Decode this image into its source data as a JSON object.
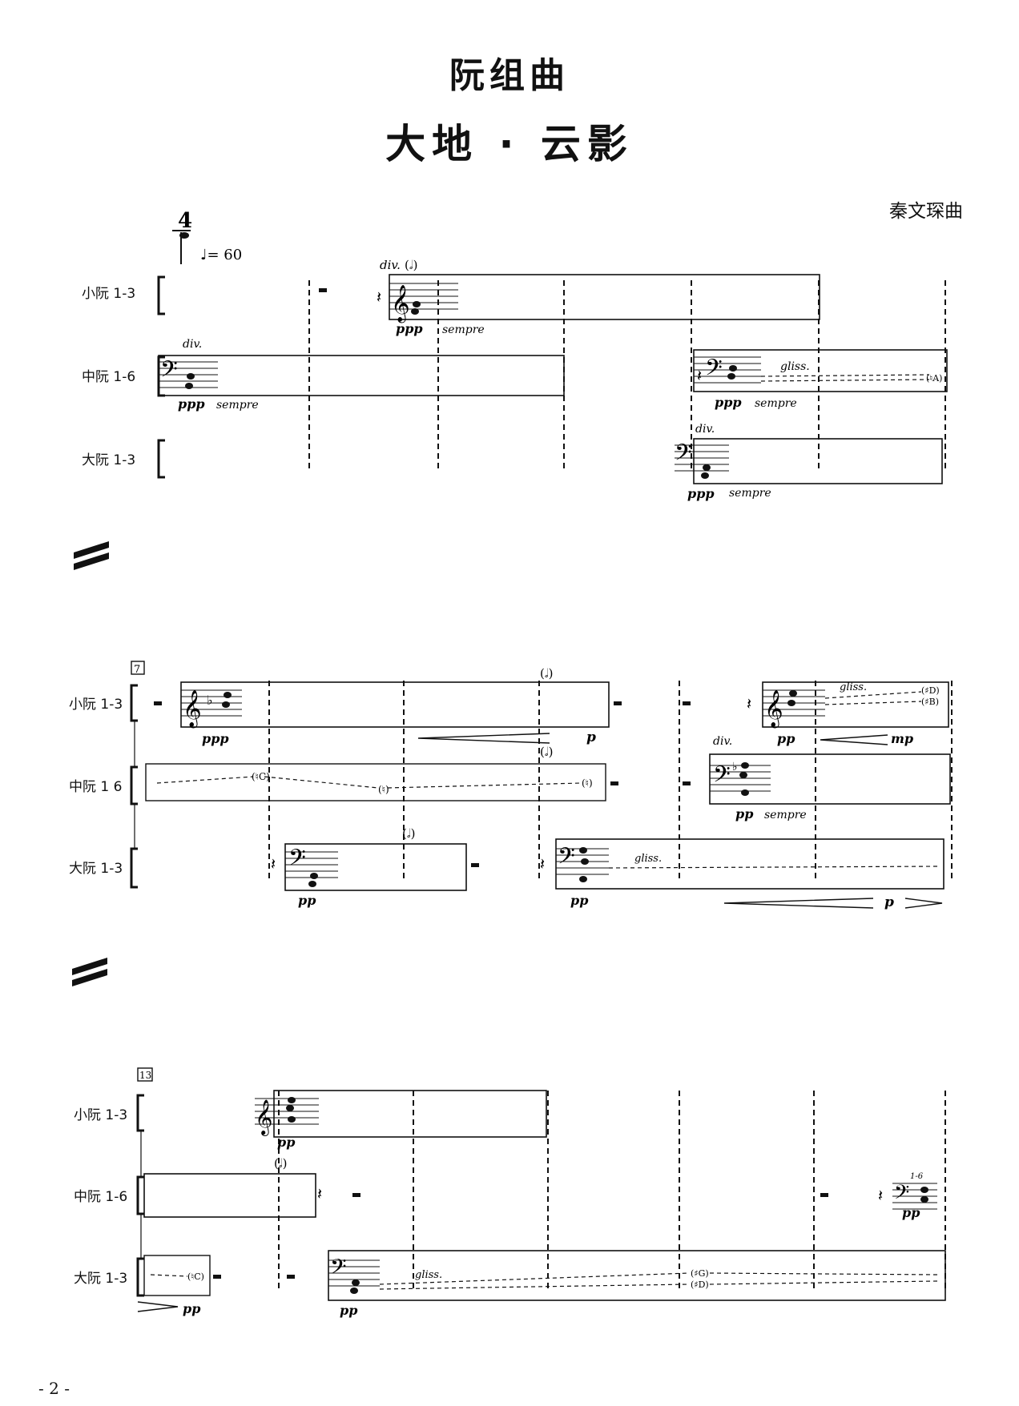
{
  "header": {
    "title": "阮组曲",
    "subtitle": "大地 · 云影",
    "composer": "秦文琛曲"
  },
  "tempo": {
    "time_signature": "4",
    "marking": "♩= 60"
  },
  "instruments": [
    "小阮 1-3",
    "中阮 1-6",
    "大阮 1-3"
  ],
  "instruments_alt": [
    "小阮 1-3",
    "中阮 1 6",
    "大阮 1-3"
  ],
  "systems": [
    {
      "rehearsal": "",
      "texts": {
        "div1": "div.",
        "half": "(𝅗𝅥)",
        "ppp": "ppp",
        "sempre": "sempre",
        "gliss": "gliss.",
        "note_a": "(♮A)"
      }
    },
    {
      "rehearsal": "7",
      "texts": {
        "half": "(𝅗𝅥)",
        "ppp": "ppp",
        "p": "p",
        "pp": "pp",
        "mp": "mp",
        "div": "div.",
        "sempre": "sempre",
        "gliss": "gliss.",
        "note_c": "(♮C)",
        "nat": "(♮)",
        "note_d": "(♯D)",
        "note_b": "(♯B)"
      }
    },
    {
      "rehearsal": "13",
      "texts": {
        "half": "(𝅗𝅥)",
        "pp": "pp",
        "gliss": "gliss.",
        "note_c": "(♮C)",
        "note_g": "(♯G)",
        "note_d": "(♯D)",
        "div16": "1-6"
      }
    }
  ],
  "page_number": "- 2 -"
}
